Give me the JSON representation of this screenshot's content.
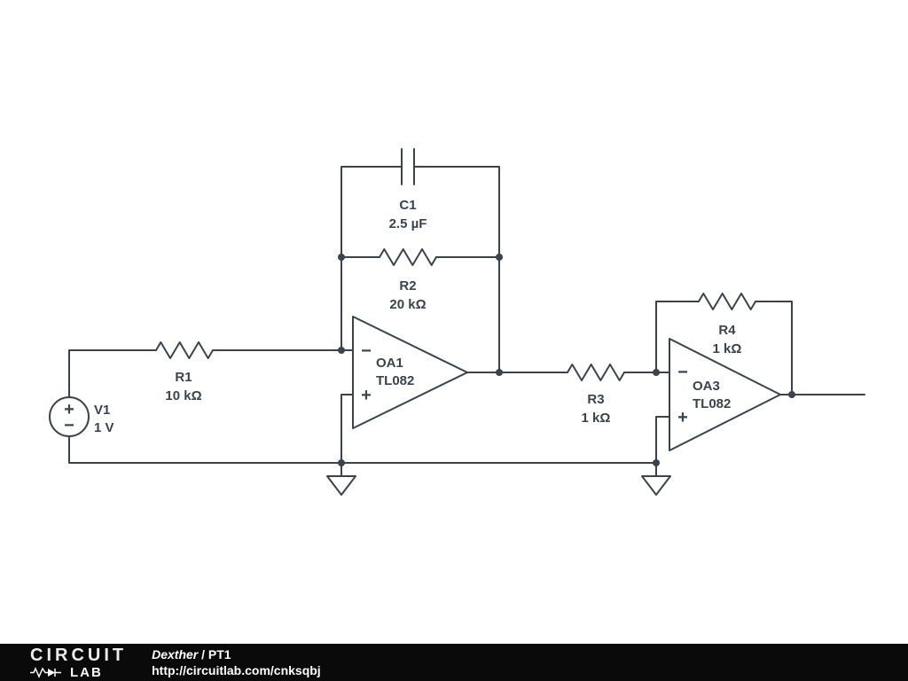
{
  "colors": {
    "schematic_stroke": "#3a444d",
    "background": "#ffffff",
    "footer_bg": "#0a0a0a",
    "footer_text": "#ffffff"
  },
  "schematic": {
    "components": {
      "v1": {
        "label": "V1",
        "value": "1 V"
      },
      "r1": {
        "label": "R1",
        "value": "10 kΩ"
      },
      "r2": {
        "label": "R2",
        "value": "20 kΩ"
      },
      "r3": {
        "label": "R3",
        "value": "1 kΩ"
      },
      "r4": {
        "label": "R4",
        "value": "1 kΩ"
      },
      "c1": {
        "label": "C1",
        "value": "2.5 µF"
      },
      "oa1": {
        "label": "OA1",
        "model": "TL082"
      },
      "oa3": {
        "label": "OA3",
        "model": "TL082"
      }
    },
    "symbols": {
      "plus": "+",
      "minus": "−"
    }
  },
  "footer": {
    "logo_top": "CIRCUIT",
    "logo_bottom": "LAB",
    "author": "Dexther",
    "separator": " / ",
    "title": "PT1",
    "url": "http://circuitlab.com/cnksqbj"
  }
}
